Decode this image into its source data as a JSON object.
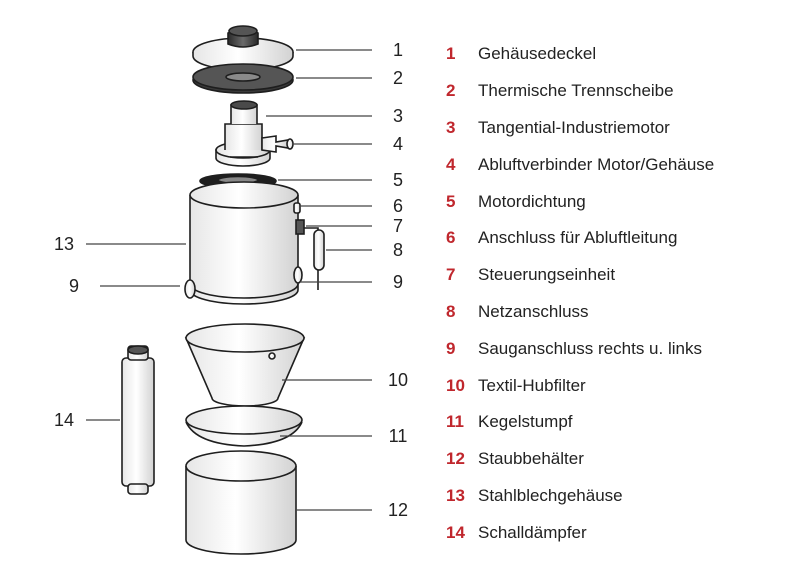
{
  "diagram": {
    "callouts": [
      "1",
      "2",
      "3",
      "4",
      "5",
      "6",
      "7",
      "8",
      "9",
      "9",
      "10",
      "11",
      "12",
      "13",
      "14"
    ]
  },
  "legend": {
    "number_color": "#c0272d",
    "items": [
      {
        "num": "1",
        "label": "Gehäusedeckel"
      },
      {
        "num": "2",
        "label": "Thermische Trennscheibe"
      },
      {
        "num": "3",
        "label": "Tangential-Industriemotor"
      },
      {
        "num": "4",
        "label": "Abluftverbinder Motor/Gehäuse"
      },
      {
        "num": "5",
        "label": "Motordichtung"
      },
      {
        "num": "6",
        "label": "Anschluss für Abluftleitung"
      },
      {
        "num": "7",
        "label": "Steuerungseinheit"
      },
      {
        "num": "8",
        "label": "Netzanschluss"
      },
      {
        "num": "9",
        "label": "Sauganschluss rechts u. links"
      },
      {
        "num": "10",
        "label": "Textil-Hubfilter"
      },
      {
        "num": "11",
        "label": "Kegelstumpf"
      },
      {
        "num": "12",
        "label": "Staubbehälter"
      },
      {
        "num": "13",
        "label": "Stahlblechgehäuse"
      },
      {
        "num": "14",
        "label": "Schalldämpfer"
      }
    ]
  }
}
